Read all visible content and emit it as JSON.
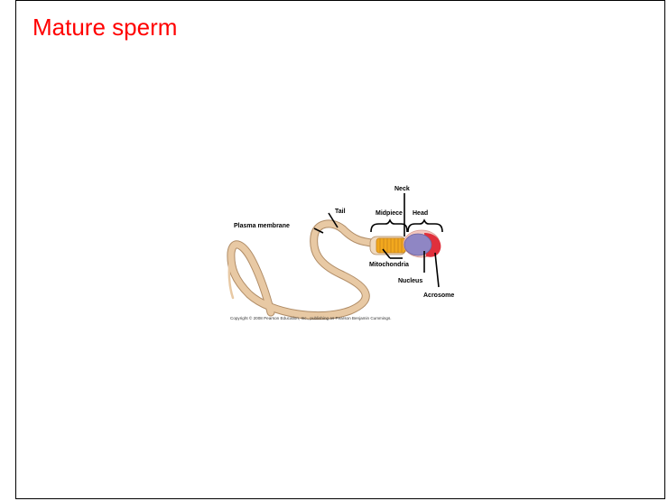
{
  "slide": {
    "title": "Mature sperm",
    "title_color": "#ff0000"
  },
  "diagram": {
    "labels": {
      "neck": "Neck",
      "tail": "Tail",
      "midpiece": "Midpiece",
      "head": "Head",
      "plasma_membrane": "Plasma membrane",
      "mitochondria": "Mitochondria",
      "nucleus": "Nucleus",
      "acrosome": "Acrosome"
    },
    "copyright": "Copyright © 2008 Pearson Education, Inc., publishing as Pearson Benjamin Cummings.",
    "colors": {
      "tail": "#e8c9a4",
      "tail_outline": "#b08c66",
      "mitochondria": "#f2a81e",
      "nucleus": "#8f86c4",
      "acrosome": "#e0303c",
      "head_membrane": "#f3c7bf"
    }
  }
}
